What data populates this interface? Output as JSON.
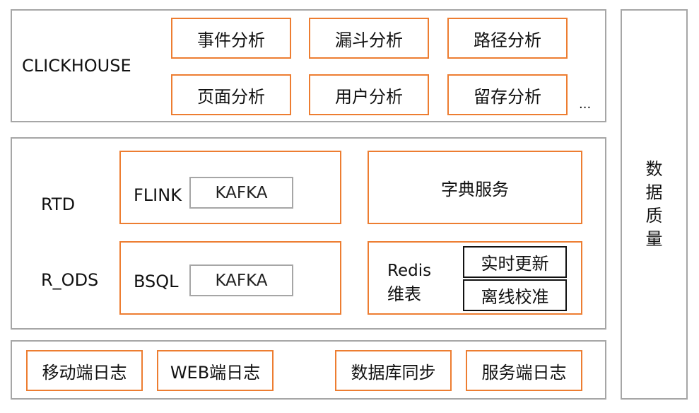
{
  "clickhouse": {
    "label": "CLICKHOUSE",
    "items": [
      "事件分析",
      "漏斗分析",
      "路径分析",
      "页面分析",
      "用户分析",
      "留存分析"
    ],
    "ellipsis": "..."
  },
  "middle": {
    "rtd_label": "RTD",
    "r_ods_label": "R_ODS",
    "flink": {
      "label": "FLINK",
      "inner": "KAFKA"
    },
    "bsql": {
      "label": "BSQL",
      "inner": "KAFKA"
    },
    "dict_service": "字典服务",
    "redis": {
      "label_line1": "Redis",
      "label_line2": "维表",
      "realtime_update": "实时更新",
      "offline_calibration": "离线校准"
    }
  },
  "sources": {
    "items": [
      "移动端日志",
      "WEB端日志",
      "数据库同步",
      "服务端日志"
    ]
  },
  "data_quality": {
    "chars": [
      "数",
      "据",
      "质",
      "量"
    ]
  }
}
